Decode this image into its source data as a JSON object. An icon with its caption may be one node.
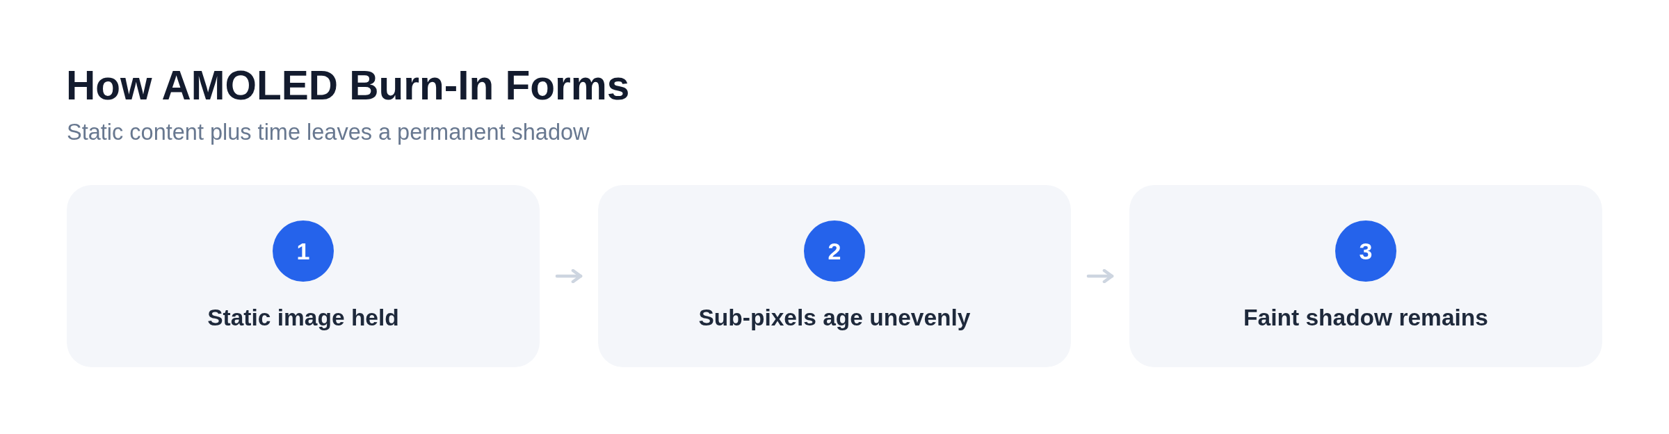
{
  "diagram": {
    "title": "How AMOLED Burn-In Forms",
    "nodes": [
      {
        "text": [
          "Static image held"
        ]
      },
      {
        "text": [
          "1"
        ],
        "in": 0
      },
      {
        "text": [
          "Sub-pixels age unevenly"
        ]
      },
      {
        "text": [
          "2"
        ],
        "in": 2
      },
      {
        "text": [
          "Faint shadow remains"
        ]
      },
      {
        "text": [
          "3"
        ],
        "in": 4
      }
    ],
    "edges": [
      {
        "from": 0,
        "to": 2,
        "arrow": "to"
      },
      {
        "from": 2,
        "to": 4,
        "arrow": "to"
      }
    ],
    "labels": [
      "Static content plus time leaves a permanent shadow"
    ]
  }
}
